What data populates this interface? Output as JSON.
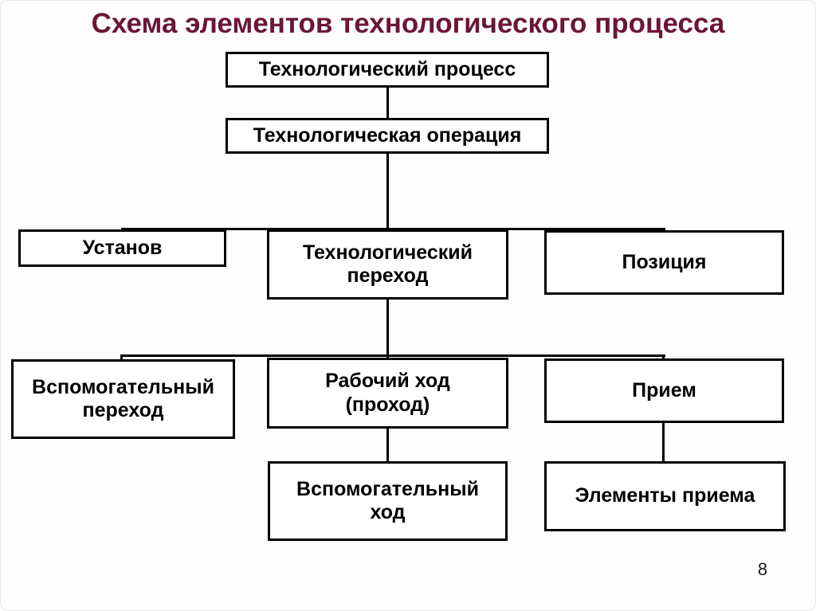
{
  "slide": {
    "title": "Схема элементов технологического процесса",
    "title_color": "#6B1537",
    "page_number": "8",
    "background_color": "#FEFEFE",
    "box_border_color": "#000000",
    "box_text_color": "#000000"
  },
  "diagram": {
    "nodes": {
      "tech_process": {
        "label": "Технологический процесс"
      },
      "tech_operation": {
        "label": "Технологическая операция"
      },
      "ustanov": {
        "label": "Установ"
      },
      "tech_perehod": {
        "label": "Технологический\nпереход"
      },
      "pozitsiya": {
        "label": "Позиция"
      },
      "vspom_perehod": {
        "label": "Вспомогательный\nпереход"
      },
      "rabochiy_hod": {
        "label": "Рабочий ход\n(проход)"
      },
      "priem": {
        "label": "Прием"
      },
      "vspom_hod": {
        "label": "Вспомогательный\nход"
      },
      "elementy_priema": {
        "label": "Элементы приема"
      }
    },
    "edges": [
      {
        "from": "tech_process",
        "to": "tech_operation"
      },
      {
        "from": "tech_operation",
        "to": "ustanov"
      },
      {
        "from": "tech_operation",
        "to": "tech_perehod"
      },
      {
        "from": "tech_operation",
        "to": "pozitsiya"
      },
      {
        "from": "tech_perehod",
        "to": "vspom_perehod"
      },
      {
        "from": "tech_perehod",
        "to": "rabochiy_hod"
      },
      {
        "from": "tech_perehod",
        "to": "priem"
      },
      {
        "from": "rabochiy_hod",
        "to": "vspom_hod"
      },
      {
        "from": "priem",
        "to": "elementy_priema"
      }
    ]
  }
}
